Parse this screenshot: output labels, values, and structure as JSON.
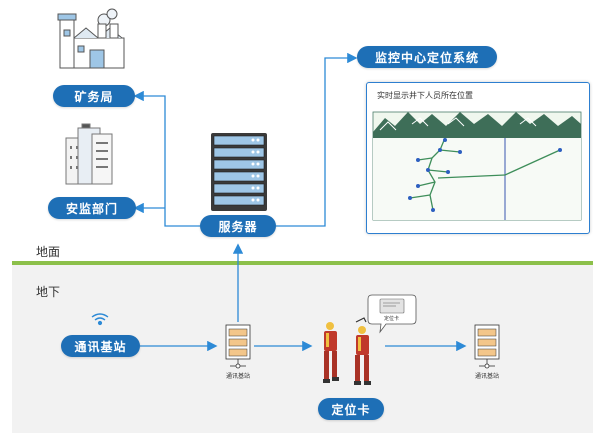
{
  "labels": {
    "mining_bureau": "矿务局",
    "safety_dept": "安监部门",
    "server": "服务器",
    "monitor_system": "监控中心定位系统",
    "monitor_caption": "实时显示井下人员所在位置",
    "ground": "地面",
    "underground": "地下",
    "base_station": "通讯基站",
    "base_station_small_1": "通讯基站",
    "base_station_small_2": "通讯基站",
    "locator_card": "定位卡",
    "bubble_card": "定位卡"
  },
  "colors": {
    "pill_blue": "#1e6fb6",
    "arrow_blue": "#2d8ad6",
    "ground_green": "#8cc04a",
    "underground_bg": "#f2f2f2",
    "panel_border": "#2d7fd0"
  }
}
